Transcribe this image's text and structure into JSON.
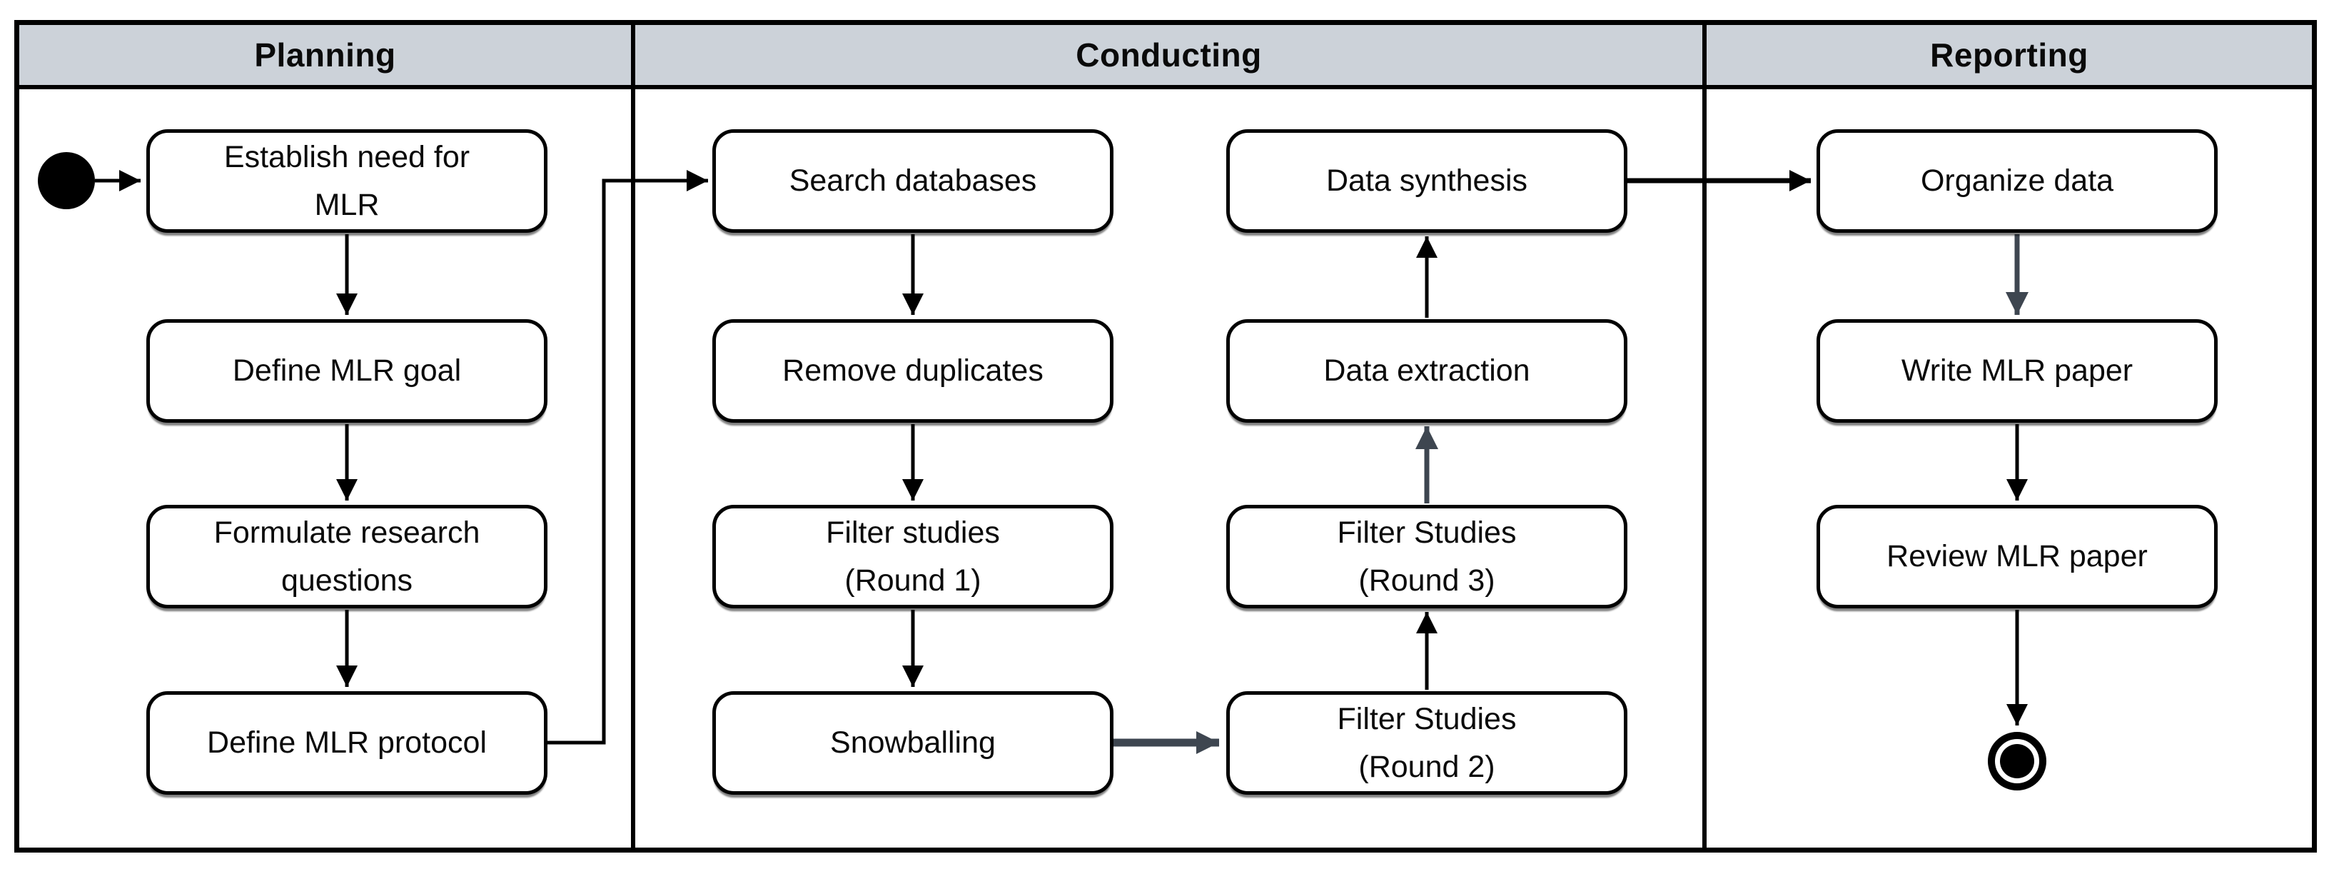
{
  "lanes": [
    {
      "id": "planning",
      "label": "Planning",
      "nodes": [
        {
          "id": "establish-need",
          "label": "Establish need for\nMLR"
        },
        {
          "id": "define-goal",
          "label": "Define MLR goal"
        },
        {
          "id": "formulate-rqs",
          "label": "Formulate research\nquestions"
        },
        {
          "id": "define-protocol",
          "label": "Define MLR protocol"
        }
      ]
    },
    {
      "id": "conducting",
      "label": "Conducting",
      "nodes": [
        {
          "id": "search-databases",
          "label": "Search databases"
        },
        {
          "id": "remove-duplicates",
          "label": "Remove duplicates"
        },
        {
          "id": "filter-round1",
          "label": "Filter studies\n(Round 1)"
        },
        {
          "id": "snowballing",
          "label": "Snowballing"
        },
        {
          "id": "filter-round2",
          "label": "Filter Studies\n(Round 2)"
        },
        {
          "id": "filter-round3",
          "label": "Filter Studies\n(Round 3)"
        },
        {
          "id": "data-extraction",
          "label": "Data extraction"
        },
        {
          "id": "data-synthesis",
          "label": "Data synthesis"
        }
      ]
    },
    {
      "id": "reporting",
      "label": "Reporting",
      "nodes": [
        {
          "id": "organize-data",
          "label": "Organize data"
        },
        {
          "id": "write-paper",
          "label": "Write MLR paper"
        },
        {
          "id": "review-paper",
          "label": "Review MLR paper"
        }
      ]
    }
  ],
  "symbols": {
    "start": "initial-node",
    "end": "activity-final-node"
  },
  "edges": [
    {
      "from": "start",
      "to": "establish-need",
      "color": "black"
    },
    {
      "from": "establish-need",
      "to": "define-goal",
      "color": "black"
    },
    {
      "from": "define-goal",
      "to": "formulate-rqs",
      "color": "black"
    },
    {
      "from": "formulate-rqs",
      "to": "define-protocol",
      "color": "black"
    },
    {
      "from": "define-protocol",
      "to": "search-databases",
      "color": "black"
    },
    {
      "from": "search-databases",
      "to": "remove-duplicates",
      "color": "black"
    },
    {
      "from": "remove-duplicates",
      "to": "filter-round1",
      "color": "black"
    },
    {
      "from": "filter-round1",
      "to": "snowballing",
      "color": "black"
    },
    {
      "from": "snowballing",
      "to": "filter-round2",
      "color": "gray"
    },
    {
      "from": "filter-round2",
      "to": "filter-round3",
      "color": "black"
    },
    {
      "from": "filter-round3",
      "to": "data-extraction",
      "color": "gray"
    },
    {
      "from": "data-extraction",
      "to": "data-synthesis",
      "color": "black"
    },
    {
      "from": "data-synthesis",
      "to": "organize-data",
      "color": "black"
    },
    {
      "from": "organize-data",
      "to": "write-paper",
      "color": "gray"
    },
    {
      "from": "write-paper",
      "to": "review-paper",
      "color": "black"
    },
    {
      "from": "review-paper",
      "to": "end",
      "color": "black"
    }
  ],
  "colors": {
    "header_bg": "#ccd2d9",
    "edge_black": "#000000",
    "edge_gray": "#3e4650",
    "node_fill": "#ffffff",
    "node_border": "#000000"
  }
}
